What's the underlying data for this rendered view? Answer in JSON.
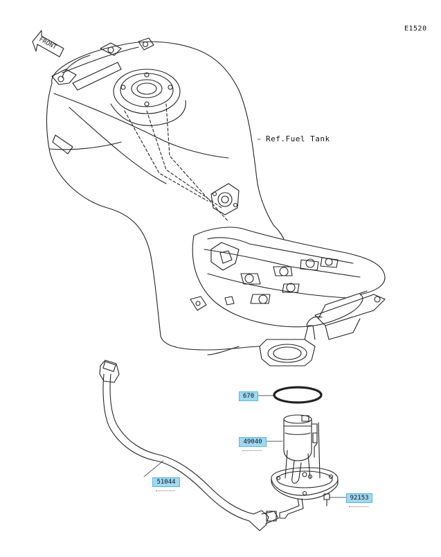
{
  "figure_code": "E1520",
  "front_label": "FRONT",
  "reference_label": "Ref.Fuel Tank",
  "callouts": {
    "oring": "670",
    "pump": "49040",
    "hose": "51044",
    "bolt": "92153"
  },
  "colors": {
    "line": "#222222",
    "callout_fill": "#9fd8f2",
    "callout_border": "#5ab5dc"
  }
}
